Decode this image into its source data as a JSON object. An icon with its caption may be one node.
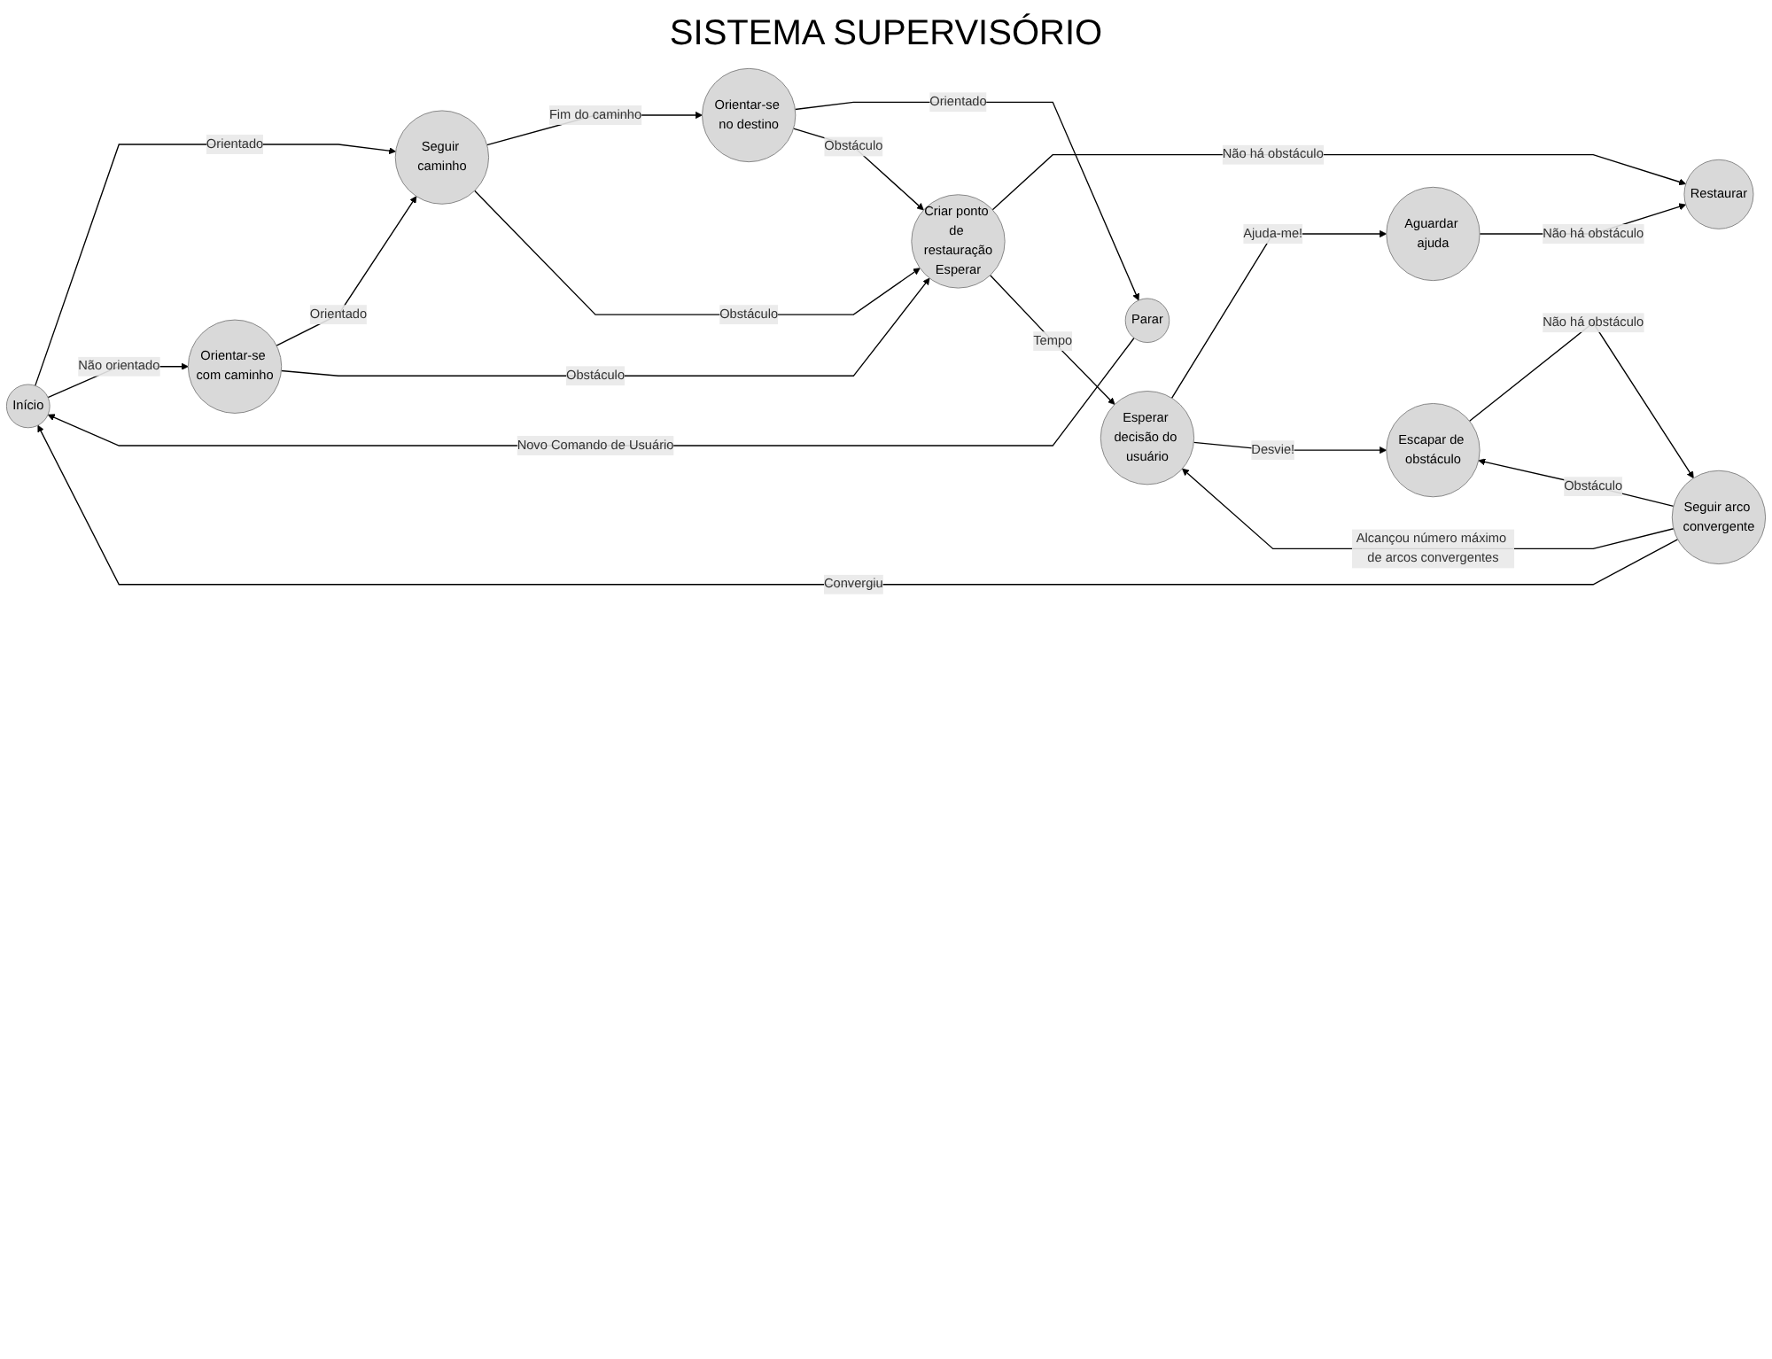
{
  "diagram": {
    "title": "SISTEMA SUPERVISÓRIO",
    "nodes": [
      {
        "text": [
          "Início"
        ]
      },
      {
        "text": [
          "Seguir caminho"
        ]
      },
      {
        "text": [
          "Orientar-se no destino"
        ]
      },
      {
        "text": [
          "Parar"
        ]
      },
      {
        "text": [
          "Orientar-se com caminho"
        ]
      },
      {
        "text": [
          "Criar ponto de restauração",
          "Esperar"
        ]
      },
      {
        "text": [
          "Restaurar"
        ]
      },
      {
        "text": [
          "Seguir arco convergente"
        ]
      },
      {
        "text": [
          "Aguardar ajuda"
        ]
      },
      {
        "text": [
          "Esperar decisão do usuário"
        ]
      },
      {
        "text": [
          "Escapar de obstáculo"
        ]
      }
    ],
    "edges": [
      {
        "from": 0,
        "to": 1,
        "arrow": "to",
        "label": "Orientado"
      },
      {
        "from": 1,
        "to": 2,
        "arrow": "to",
        "label": "Fim do caminho"
      },
      {
        "from": 2,
        "to": 3,
        "arrow": "to",
        "label": "Orientado"
      },
      {
        "from": 3,
        "to": 0,
        "arrow": "to",
        "label": "Novo Comando de Usuário"
      },
      {
        "from": 0,
        "to": 4,
        "arrow": "to",
        "label": "Não orientado"
      },
      {
        "from": 4,
        "to": 1,
        "arrow": "to",
        "label": "Orientado"
      },
      {
        "from": 1,
        "to": 5,
        "arrow": "to",
        "label": "Obstáculo"
      },
      {
        "from": 2,
        "to": 5,
        "arrow": "to",
        "label": "Obstáculo"
      },
      {
        "from": 4,
        "to": 5,
        "arrow": "to",
        "label": "Obstáculo"
      },
      {
        "from": 5,
        "to": 6,
        "arrow": "to",
        "label": "Não há obstáculo"
      },
      {
        "from": 7,
        "to": 0,
        "arrow": "to",
        "label": "Convergiu"
      },
      {
        "from": 7,
        "to": 10,
        "arrow": "to",
        "label": "Obstáculo"
      },
      {
        "from": 5,
        "to": 9,
        "arrow": "to",
        "label": "Tempo"
      },
      {
        "from": 9,
        "to": 8,
        "arrow": "to",
        "label": "Ajuda-me!"
      },
      {
        "from": 9,
        "to": 10,
        "arrow": "to",
        "label": "Desvie!"
      },
      {
        "from": 10,
        "to": 7,
        "arrow": "to",
        "label": "Não há obstáculo"
      },
      {
        "from": 7,
        "to": 9,
        "arrow": "to",
        "label": "Alcançou número máximo de arcos convergentes"
      },
      {
        "from": 8,
        "to": 6,
        "arrow": "to",
        "label": "Não há obstáculo"
      }
    ]
  }
}
